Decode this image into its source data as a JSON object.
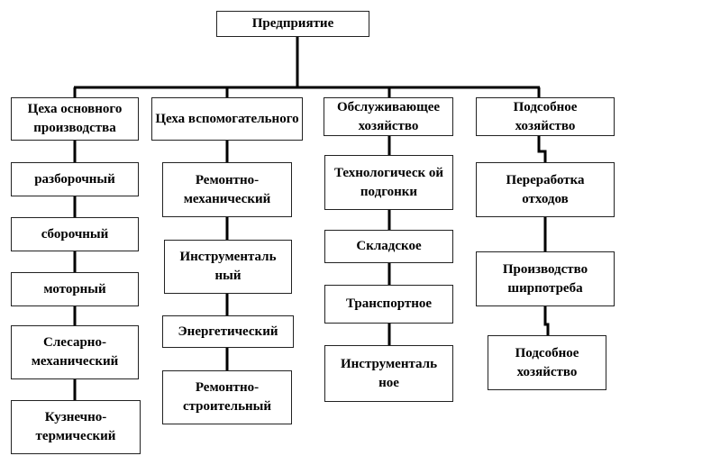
{
  "root": "Предприятие",
  "columns": [
    {
      "title": "Цеха основного производства",
      "items": [
        "разборочный",
        "сборочный",
        "моторный",
        "Слесарно-механический",
        "Кузнечно-термический"
      ]
    },
    {
      "title": "Цеха вспомогательного",
      "items": [
        "Ремонтно-механический",
        "Инструменталь ный",
        "Энергетический",
        "Ремонтно-строительный"
      ]
    },
    {
      "title": "Обслуживающее хозяйство",
      "items": [
        "Технологическ ой подгонки",
        "Складское",
        "Транспортное",
        "Инструменталь ное"
      ]
    },
    {
      "title": "Подсобное хозяйство",
      "items": [
        "Переработка отходов",
        "Производство ширпотреба",
        "Подсобное хозяйство"
      ]
    }
  ]
}
